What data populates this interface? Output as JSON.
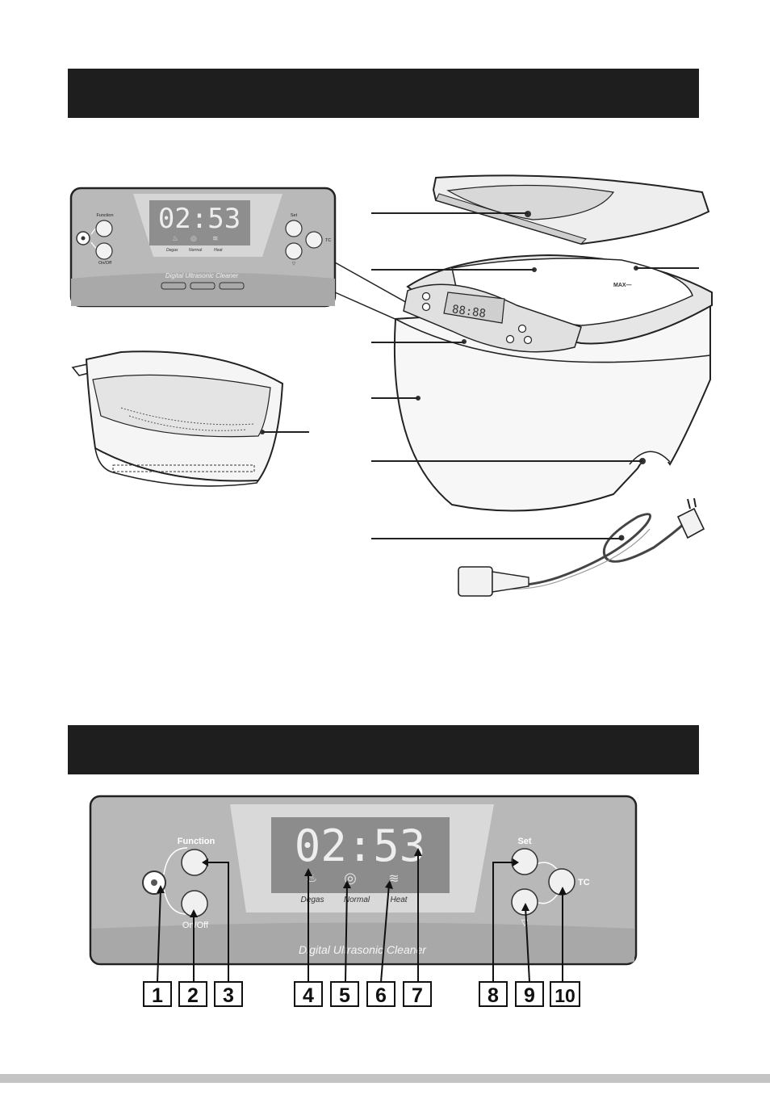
{
  "overview": {
    "mini_panel": {
      "time": "02:53",
      "btn_function": "Function",
      "btn_onoff": "On/Off",
      "btn_set": "Set",
      "btn_tc": "TC",
      "btn_down": "▽",
      "mode_degas": "Degas",
      "mode_normal": "Normal",
      "mode_heat": "Heat",
      "brand": "Digital Ultrasonic Cleaner"
    },
    "unit_display": "88:88",
    "max_mark": "MAX—"
  },
  "control_panel": {
    "time": "02:53",
    "btn_function": "Function",
    "btn_onoff": "On/Off",
    "btn_set": "Set",
    "btn_tc": "TC",
    "btn_down": "▽",
    "mode_degas": "Degas",
    "mode_normal": "Normal",
    "mode_heat": "Heat",
    "brand": "Digital Ultrasonic Cleaner",
    "number_labels": [
      "1",
      "2",
      "3",
      "4",
      "5",
      "6",
      "7",
      "8",
      "9",
      "10"
    ]
  }
}
